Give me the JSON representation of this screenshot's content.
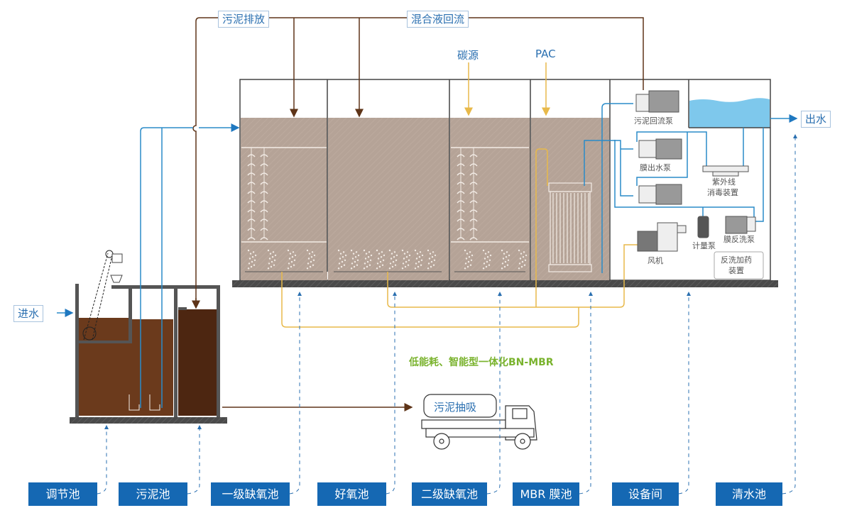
{
  "flow_labels": {
    "sludge_discharge": "污泥排放",
    "mixed_liquor_return": "混合液回流",
    "carbon_source": "碳源",
    "pac": "PAC",
    "inlet": "进水",
    "outlet": "出水",
    "sludge_suction": "污泥抽吸"
  },
  "equipment": {
    "sludge_return_pump": "污泥回流泵",
    "membrane_outlet_pump": "膜出水泵",
    "uv_line1": "紫外线",
    "uv_line2": "消毒装置",
    "metering_pump": "计量泵",
    "membrane_backwash_pump": "膜反洗泵",
    "blower": "风机",
    "backwash_dosing_line1": "反洗加药",
    "backwash_dosing_line2": "装置"
  },
  "title": "低能耗、智能型一体化BN-MBR",
  "zones": [
    {
      "label": "调节池"
    },
    {
      "label": "污泥池"
    },
    {
      "label": "一级缺氧池"
    },
    {
      "label": "好氧池"
    },
    {
      "label": "二级缺氧池"
    },
    {
      "label": "MBR 膜池"
    },
    {
      "label": "设备间"
    },
    {
      "label": "清水池"
    }
  ],
  "colors": {
    "brand_blue": "#1568b3",
    "pipe_blue": "#2a8bc9",
    "sludge_brown": "#5e3418",
    "tank_liquid": "#b5a397",
    "air_pipe_yellow": "#e8b94a",
    "title_green": "#7ab32e",
    "water": "#7ec8ec"
  }
}
